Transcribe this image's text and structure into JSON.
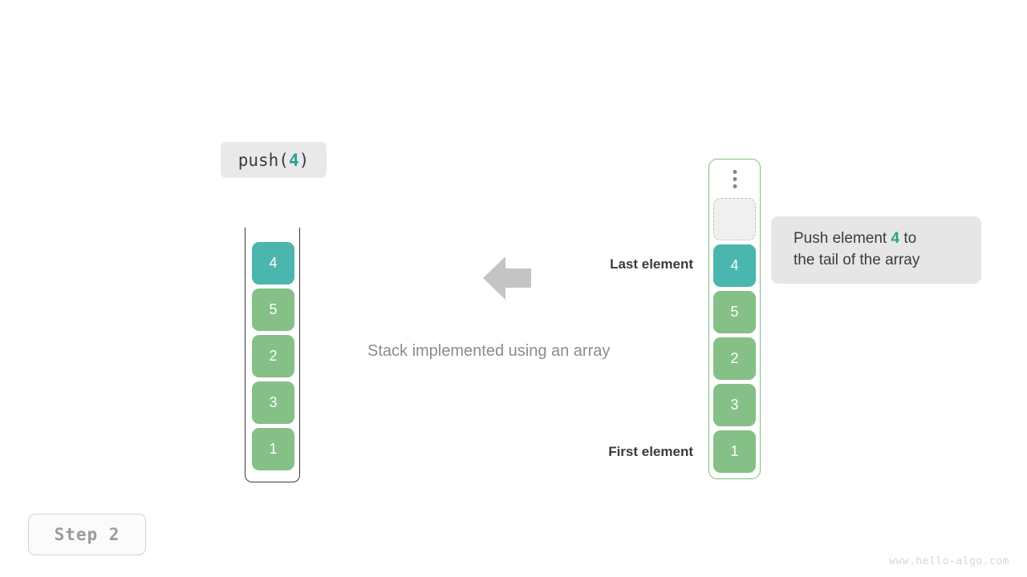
{
  "operation": {
    "prefix": "push(",
    "value": "4",
    "suffix": ")"
  },
  "stack": {
    "caption": "Stack implemented using an array",
    "cells": [
      {
        "value": "4",
        "style": "teal"
      },
      {
        "value": "5",
        "style": "green"
      },
      {
        "value": "2",
        "style": "green"
      },
      {
        "value": "3",
        "style": "green"
      },
      {
        "value": "1",
        "style": "green"
      }
    ]
  },
  "array": {
    "ellipsis_icon": "vertical-ellipsis-icon",
    "cells": [
      {
        "value": "",
        "style": "empty"
      },
      {
        "value": "4",
        "style": "teal"
      },
      {
        "value": "5",
        "style": "green"
      },
      {
        "value": "2",
        "style": "green"
      },
      {
        "value": "3",
        "style": "green"
      },
      {
        "value": "1",
        "style": "green"
      }
    ]
  },
  "labels": {
    "last_element": "Last element",
    "first_element": "First element"
  },
  "annotation": {
    "line1_prefix": "Push element ",
    "line1_value": "4",
    "line1_suffix": " to",
    "line2": "the tail of the array"
  },
  "step": {
    "label": "Step 2"
  },
  "watermark": {
    "text": "www.hello-algo.com"
  },
  "colors": {
    "teal": "#4bb6ae",
    "green": "#85c087",
    "highlight_text": "#2f9e8f",
    "arrow": "#c4c4c4",
    "container_border": "#7fc081",
    "stack_border": "#3a3a3a"
  }
}
